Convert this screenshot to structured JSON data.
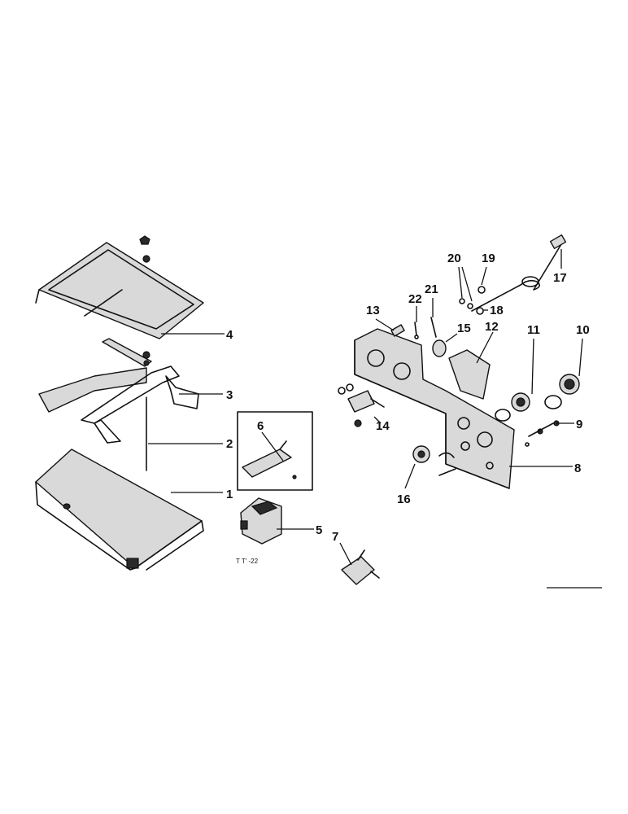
{
  "callouts": [
    "1",
    "2",
    "3",
    "4",
    "5",
    "6",
    "7",
    "8",
    "9",
    "10",
    "11",
    "12",
    "13",
    "14",
    "15",
    "16",
    "17",
    "18",
    "19",
    "20",
    "21",
    "22"
  ],
  "figure_ref": "T T' -22"
}
